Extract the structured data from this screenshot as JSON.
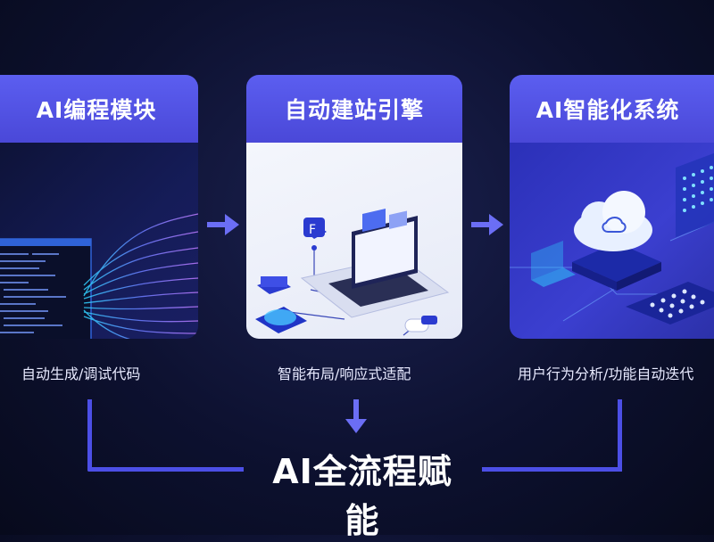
{
  "modules": [
    {
      "title": "AI编程模块",
      "caption": "自动生成/调试代码"
    },
    {
      "title": "自动建站引擎",
      "caption": "智能布局/响应式适配"
    },
    {
      "title": "AI智能化系统",
      "caption": "用户行为分析/功能自动迭代"
    }
  ],
  "conclusion": "AI全流程赋能",
  "colors": {
    "accent": "#4c4fe6",
    "header": "#5558ea",
    "background": "#0d1130"
  }
}
